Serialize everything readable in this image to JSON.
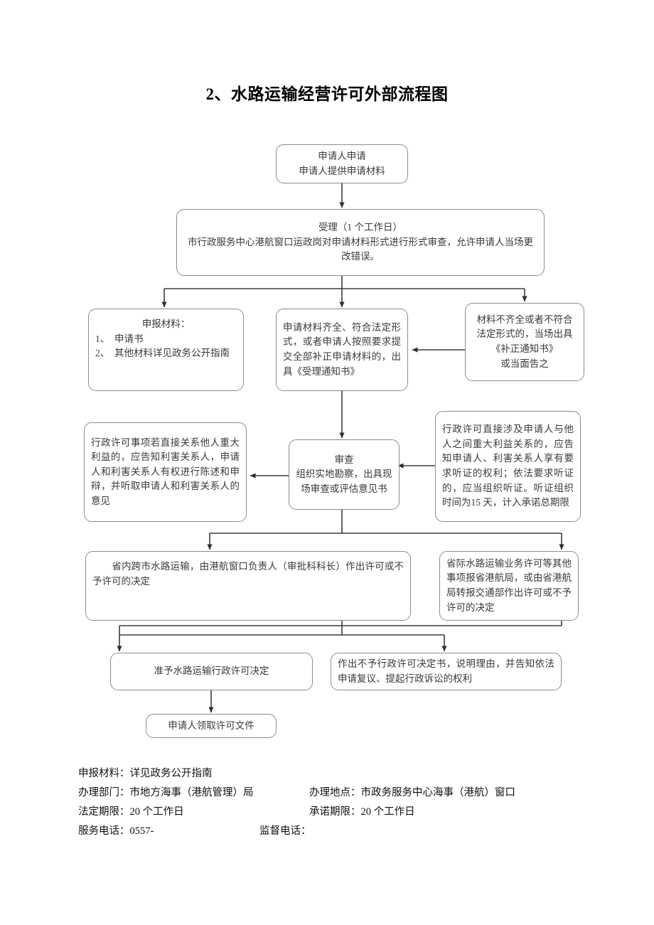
{
  "document": {
    "title": "2、水路运输经营许可外部流程图"
  },
  "flowchart": {
    "nodes": [
      {
        "id": "apply",
        "name": "node-applicant-apply",
        "text": "申请人申请\n申请人提供申请材料"
      },
      {
        "id": "accept",
        "name": "node-acceptance",
        "text": "受理（1 个工作日）\n市行政服务中心港航窗口运政岗对申请材料形式进行形式审查，允许申请人当场更改错误。"
      },
      {
        "id": "materials",
        "name": "node-declaration-materials",
        "title": "申报材料：",
        "items": [
          "1、　申请书",
          "2、　其他材料详见政务公开指南"
        ]
      },
      {
        "id": "complete",
        "name": "node-materials-complete",
        "text": "申请材料齐全、符合法定形式，或者申请人按照要求提交全部补正申请材料的，出具《受理通知书》"
      },
      {
        "id": "incomplete",
        "name": "node-materials-incomplete",
        "text": "材料不齐全或者不符合法定形式的，当场出具《补正通知书》\n或当面告之"
      },
      {
        "id": "stakeholder",
        "name": "node-stakeholder-notice",
        "text": "行政许可事项若直接关系他人重大利益的，应告知利害关系人，申请人和利害关系人有权进行陈述和申辩，并听取申请人和利害关系人的意见"
      },
      {
        "id": "review",
        "name": "node-review",
        "text": "审查\n组织实地勘察，出具现场审查或评估意见书"
      },
      {
        "id": "hearing",
        "name": "node-hearing-rights",
        "text": "行政许可直接涉及申请人与他人之间重大利益关系的，应告知申请人、利害关系人享有要求听证的权利；依法要求听证的，应当组织听证。听证组织时间为15 天，计入承诺总期限"
      },
      {
        "id": "decision-local",
        "name": "node-decision-intra-province",
        "text": "　　省内跨市水路运输，由港航窗口负责人（审批科科长）作出许可或不予许可的决定"
      },
      {
        "id": "decision-inter",
        "name": "node-decision-inter-province",
        "text": "省际水路运输业务许可等其他事项报省港航局，或由省港航局转报交通部作出许可或不予许可的决定"
      },
      {
        "id": "grant",
        "name": "node-grant-permit",
        "text": "准予水路运输行政许可决定"
      },
      {
        "id": "refuse",
        "name": "node-refuse-permit",
        "text": "作出不予行政许可决定书，说明理由，并告知依法申请复议、提起行政诉讼的权利"
      },
      {
        "id": "collect",
        "name": "node-collect-document",
        "text": "申请人领取许可文件"
      }
    ],
    "style": {
      "box_border": "#8d8d8d",
      "connector": "#3c3c3c",
      "text": "#3a3a3a"
    }
  },
  "footer": {
    "rows": [
      {
        "left_label": "申报材料：",
        "left_value": "详见政务公开指南",
        "right_label": "",
        "right_value": ""
      },
      {
        "left_label": "办理部门：",
        "left_value": "市地方海事（港航管理）局",
        "right_label": "办理地点：",
        "right_value": "市政务服务中心海事（港航）窗口"
      },
      {
        "left_label": "法定期限：",
        "left_value": "20 个工作日",
        "right_label": "承诺期限：",
        "right_value": "20 个工作日"
      },
      {
        "left_label": "服务电话：",
        "left_value": "0557-",
        "right_label": "监督电话：",
        "right_value": ""
      }
    ]
  }
}
